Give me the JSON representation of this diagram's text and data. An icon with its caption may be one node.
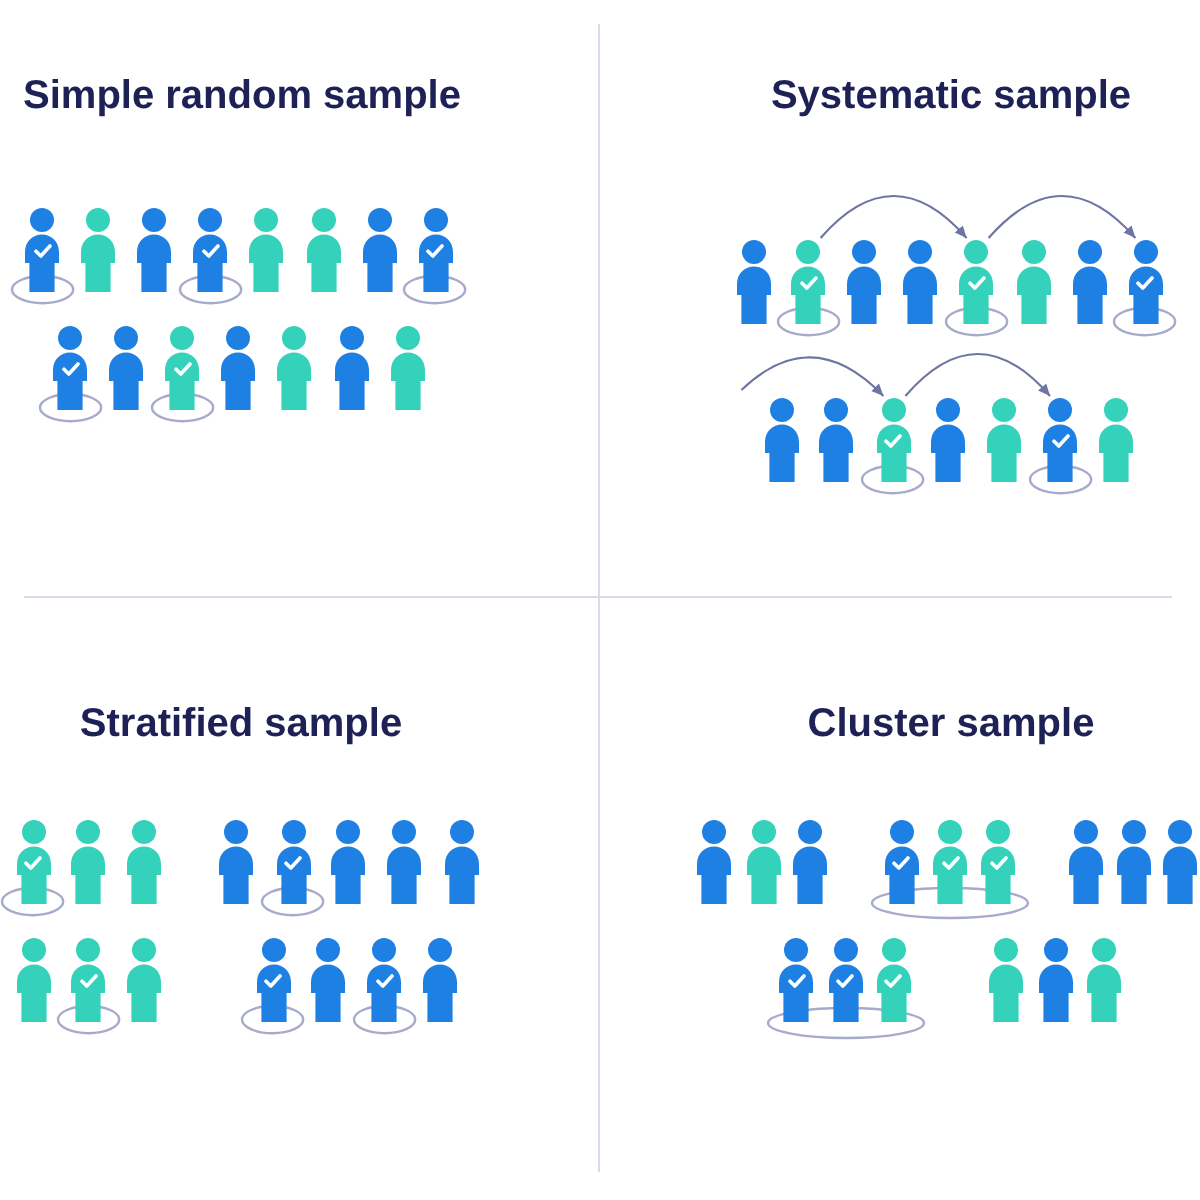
{
  "diagram": {
    "nodes": [
      {
        "text": [],
        "shape": "person"
      },
      {
        "text": [],
        "shape": "person"
      },
      {
        "text": [],
        "shape": "person"
      },
      {
        "text": [],
        "shape": "person"
      },
      {
        "text": [],
        "shape": "person"
      },
      {
        "text": [],
        "shape": "ellipse"
      },
      {
        "text": [],
        "shape": "ellipse"
      }
    ],
    "edges": [
      {
        "from": 0,
        "to": 1,
        "arrow": "to"
      },
      {
        "from": 1,
        "to": 2,
        "arrow": "to"
      },
      {
        "from": null,
        "to": 3,
        "arrow": "to"
      },
      {
        "from": 3,
        "to": 4,
        "arrow": "to"
      }
    ],
    "labels": [
      "Simple random sample",
      "Systematic sample",
      "Stratified sample",
      "Cluster sample"
    ]
  }
}
